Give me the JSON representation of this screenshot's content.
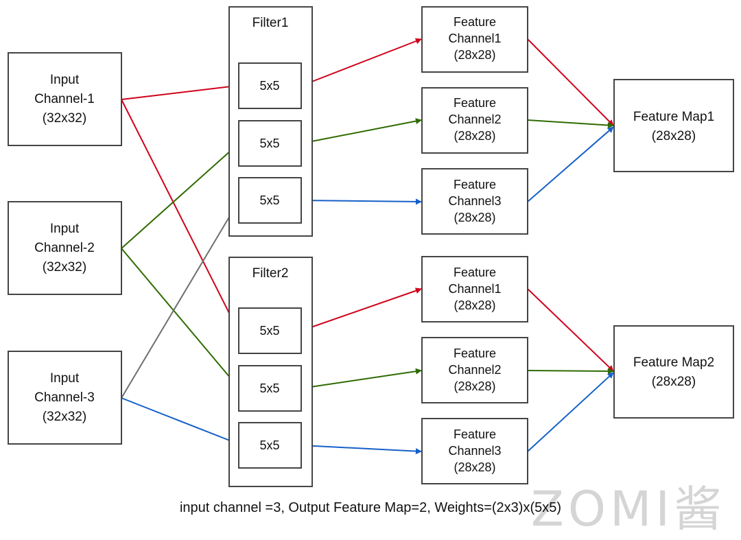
{
  "colors": {
    "red": "#d0021b",
    "green": "#2e6b00",
    "blue": "#1560c8",
    "gray": "#6e6e6e",
    "box_stroke": "#444444"
  },
  "inputs": [
    {
      "line1": "Input",
      "line2": "Channel-1",
      "line3": "(32x32)"
    },
    {
      "line1": "Input",
      "line2": "Channel-2",
      "line3": "(32x32)"
    },
    {
      "line1": "Input",
      "line2": "Channel-3",
      "line3": "(32x32)"
    }
  ],
  "filters": [
    {
      "title": "Filter1",
      "kernels": [
        "5x5",
        "5x5",
        "5x5"
      ]
    },
    {
      "title": "Filter2",
      "kernels": [
        "5x5",
        "5x5",
        "5x5"
      ]
    }
  ],
  "feature_channels": [
    {
      "line1": "Feature",
      "line2": "Channel1",
      "line3": "(28x28)"
    },
    {
      "line1": "Feature",
      "line2": "Channel2",
      "line3": "(28x28)"
    },
    {
      "line1": "Feature",
      "line2": "Channel3",
      "line3": "(28x28)"
    },
    {
      "line1": "Feature",
      "line2": "Channel1",
      "line3": "(28x28)"
    },
    {
      "line1": "Feature",
      "line2": "Channel2",
      "line3": "(28x28)"
    },
    {
      "line1": "Feature",
      "line2": "Channel3",
      "line3": "(28x28)"
    }
  ],
  "feature_maps": [
    {
      "line1": "Feature Map1",
      "line2": "(28x28)"
    },
    {
      "line1": "Feature Map2",
      "line2": "(28x28)"
    }
  ],
  "caption": "input channel =3, Output Feature Map=2, Weights=(2x3)x(5x5)",
  "watermark": "ZOMI酱"
}
